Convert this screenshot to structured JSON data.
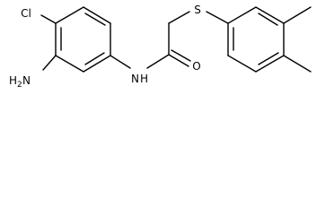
{
  "molecule": {
    "atoms": {
      "cl": "Cl",
      "nh2_h": "H",
      "nh2_sub": "2",
      "nh2_n": "N",
      "nh_n": "N",
      "nh_h": "H",
      "o": "O",
      "s": "S"
    },
    "colors": {
      "bond": "#000000",
      "label": "#000000",
      "background": "#ffffff"
    }
  }
}
